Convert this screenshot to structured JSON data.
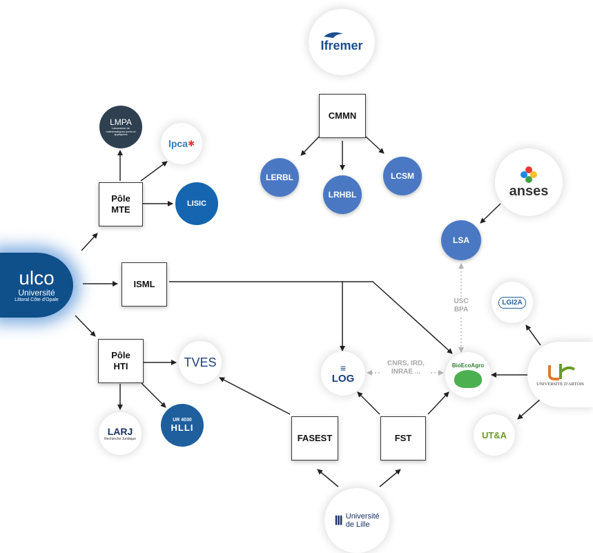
{
  "nodes": {
    "ulco": {
      "main": "ulco",
      "sub1": "Université",
      "sub2": "Littoral Côte d'Opale"
    },
    "ifremer": {
      "label": "Ifremer"
    },
    "anses": {
      "label": "anses"
    },
    "cmmn": {
      "label": "CMMN"
    },
    "lerbl": {
      "label": "LERBL"
    },
    "lrhbl": {
      "label": "LRHBL"
    },
    "lcsm": {
      "label": "LCSM"
    },
    "lsa": {
      "label": "LSA"
    },
    "lmpa": {
      "label": "LMPA",
      "sub": "Laboratoire de mathématiques pures et appliquées"
    },
    "lpca": {
      "label": "lpca"
    },
    "lisic": {
      "label": "LISIC"
    },
    "pole_mte": {
      "line1": "Pôle",
      "line2": "MTE"
    },
    "isml": {
      "label": "ISML"
    },
    "pole_hti": {
      "line1": "Pôle",
      "line2": "HTI"
    },
    "tves": {
      "label": "TVES"
    },
    "lari": {
      "label": "LARJ",
      "sub": "Recherche Juridique"
    },
    "hlli": {
      "top": "UR 4030",
      "label": "HLLI"
    },
    "log": {
      "label": "LOG"
    },
    "bioecoagro": {
      "label": "BioEcoAgro"
    },
    "lgi2a": {
      "label": "LGI2A"
    },
    "artois": {
      "label": "UNIVERSITÉ D'ARTOIS"
    },
    "uta": {
      "label": "UT&A"
    },
    "fasest": {
      "label": "FASEST"
    },
    "fst": {
      "label": "FST"
    },
    "lille": {
      "line1": "Université",
      "line2": "de Lille"
    }
  },
  "labels": {
    "usc_bpa": {
      "line1": "USC",
      "line2": "BPA"
    },
    "cnrs": {
      "line1": "CNRS, IRD,",
      "line2": "INRAE ..."
    }
  },
  "colors": {
    "blue": "#4a78c3",
    "ulco": "#0f4f8a",
    "lisic": "#1565b0",
    "lmpa": "#2f4050",
    "hlli": "#1f5f9e",
    "arrow": "#222222",
    "dotted": "#b5b5b5",
    "artois_green": "#6a9a2a",
    "artois_orange": "#e07a2c"
  }
}
